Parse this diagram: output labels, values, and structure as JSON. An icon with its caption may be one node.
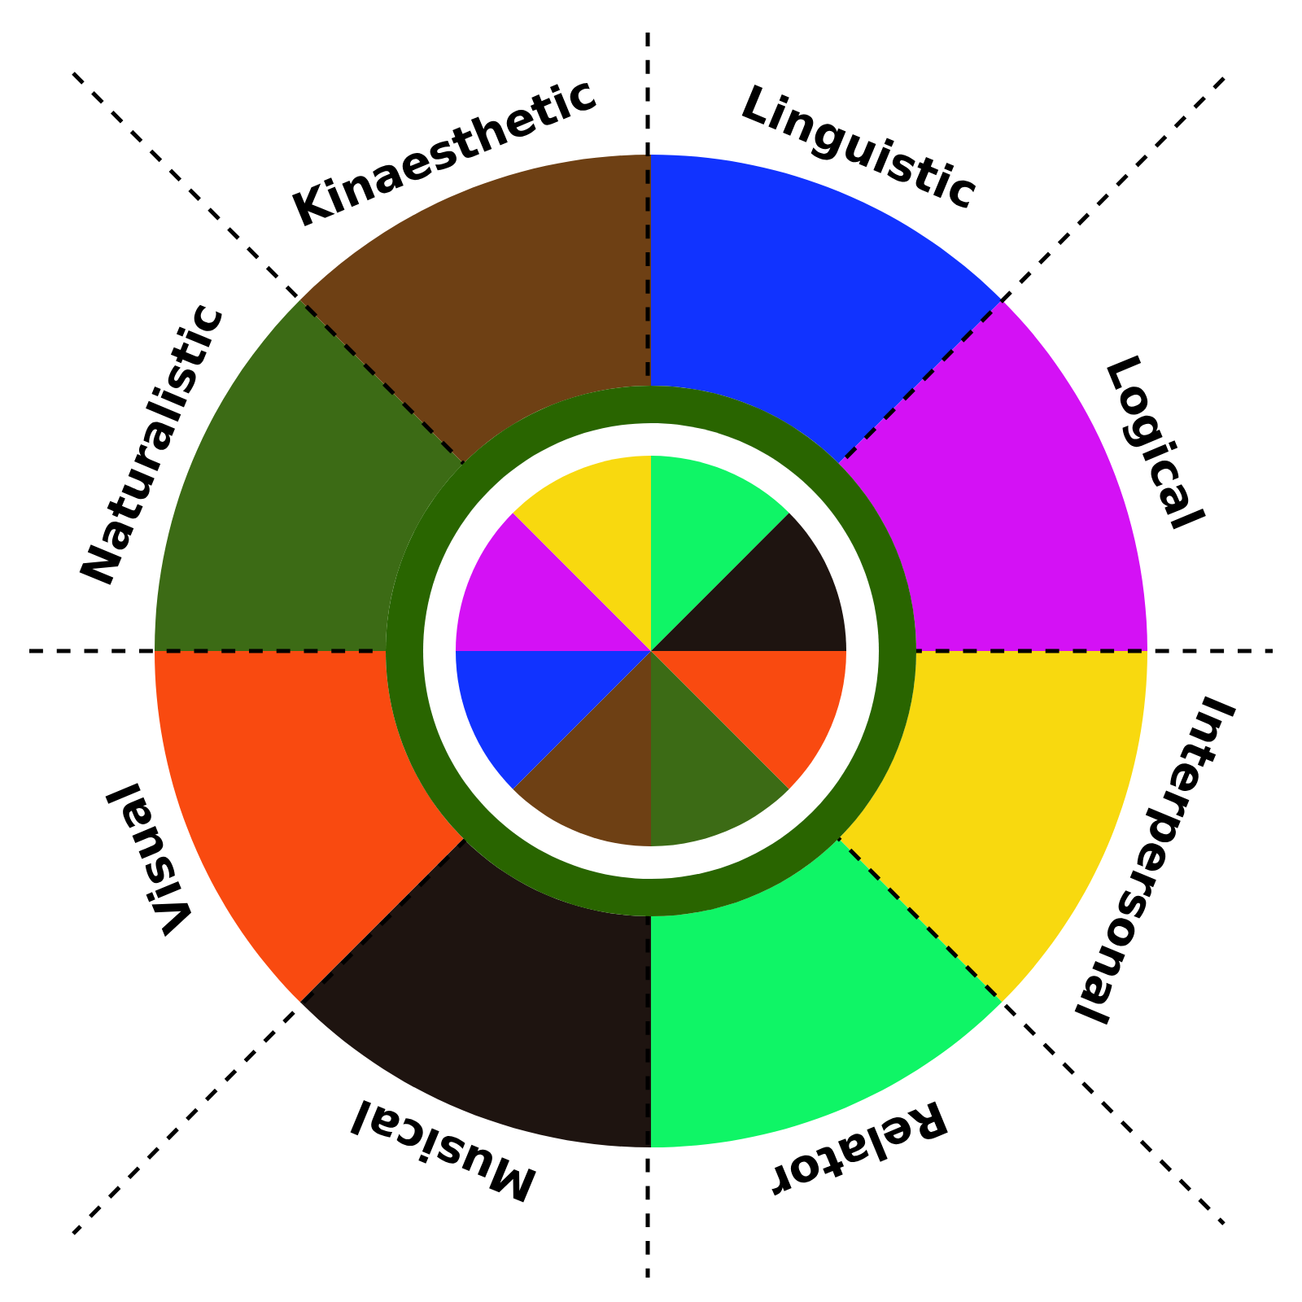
{
  "diagram": {
    "nodes": [
      {
        "text": [
          "Linguistic"
        ]
      },
      {
        "text": [
          "Logical"
        ]
      },
      {
        "text": [
          "Interpersonal"
        ]
      },
      {
        "text": [
          "Relator"
        ]
      },
      {
        "text": [
          "Musical"
        ]
      },
      {
        "text": [
          "Visual"
        ]
      },
      {
        "text": [
          "Naturalistic"
        ]
      },
      {
        "text": [
          "Kinaesthetic"
        ]
      }
    ]
  }
}
